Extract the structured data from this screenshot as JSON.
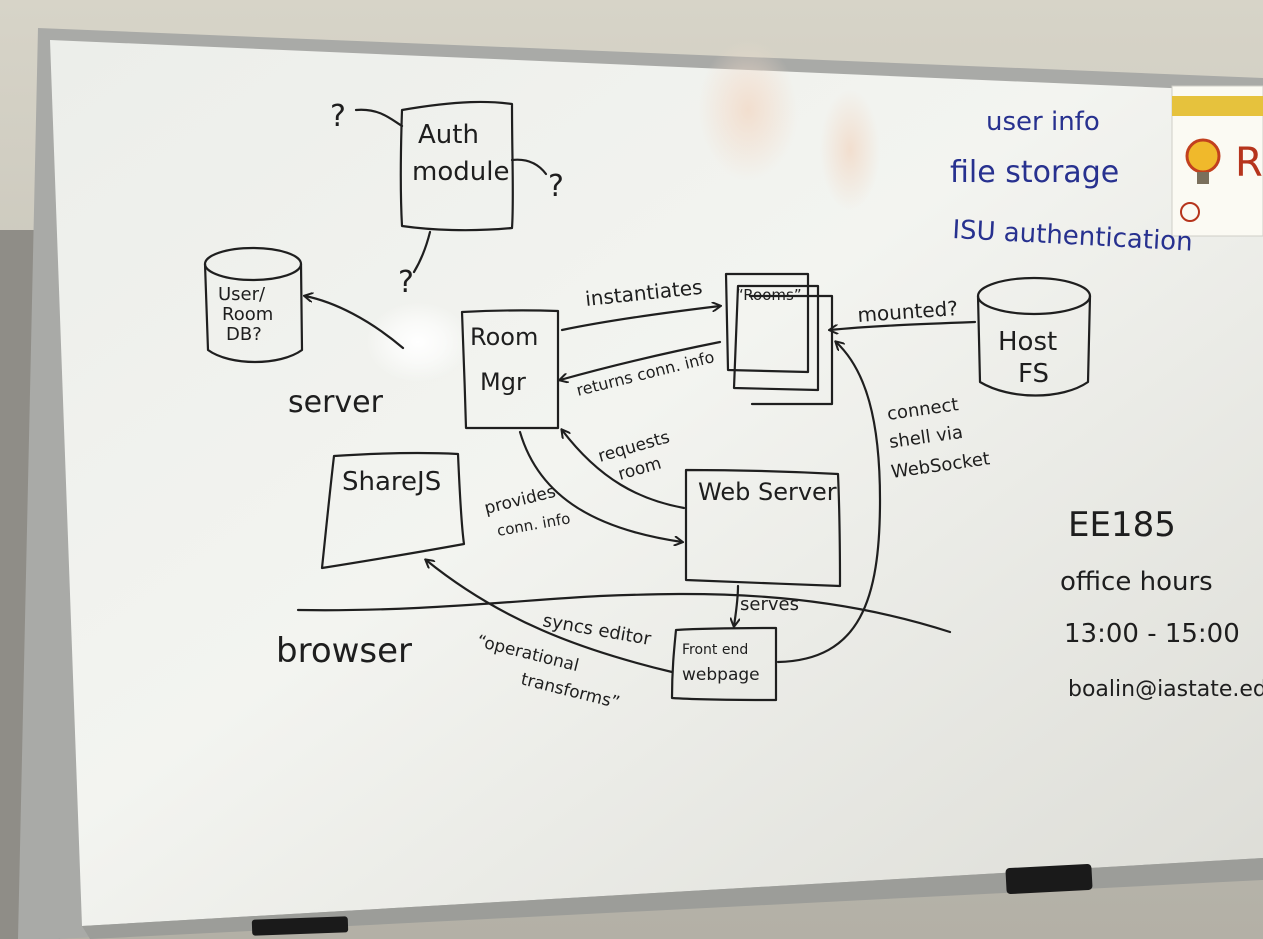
{
  "board": {
    "sections": {
      "server": "server",
      "browser": "browser"
    },
    "nodes": {
      "auth_module": [
        "Auth",
        "module"
      ],
      "auth_q_left": "?",
      "auth_q_right": "?",
      "auth_q_below": "?",
      "user_room_db": [
        "User/",
        "Room",
        "DB?"
      ],
      "room_mgr": [
        "Room",
        "Mgr"
      ],
      "rooms": "“Rooms”",
      "host_fs": [
        "Host",
        "FS"
      ],
      "sharejs": "ShareJS",
      "web_server": "Web Server",
      "frontend_webpage": [
        "Front end",
        "webpage"
      ]
    },
    "edges": {
      "instantiates": "instantiates",
      "returns_conn_info": "returns conn. info",
      "mounted": "mounted?",
      "requests_room": [
        "requests",
        "room"
      ],
      "provides_conn_info": [
        "provides",
        "conn. info"
      ],
      "serves": "serves",
      "syncs_editor": "syncs editor",
      "operational_transforms": [
        "“operational",
        "transforms”"
      ],
      "connect_shell": [
        "connect",
        "shell via",
        "WebSocket"
      ]
    },
    "notes_blue": [
      "user info",
      "file storage",
      "ISU authentication"
    ],
    "office_hours": [
      "EE185",
      "office hours",
      "13:00 - 15:00",
      "boalin@iastate.ed"
    ],
    "poster_letter": "R"
  }
}
